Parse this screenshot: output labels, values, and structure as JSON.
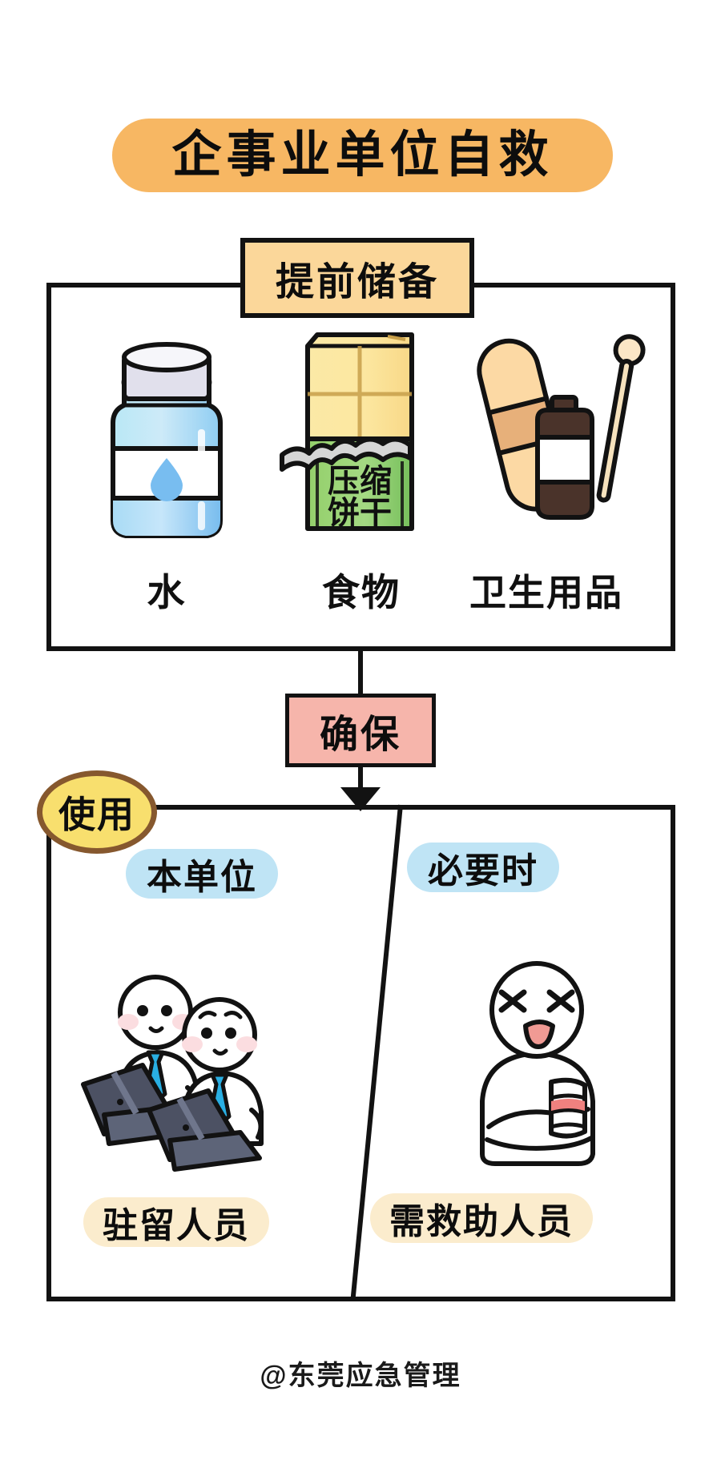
{
  "poster": {
    "title": "企事业单位自救",
    "footer": "@东莞应急管理",
    "colors": {
      "title_banner": "#f7b763",
      "section_label": "#fbd79a",
      "ensure_box": "#f6b5ab",
      "use_badge": "#f8df6e",
      "use_badge_border": "#86582e",
      "blue_pill": "#bfe4f5",
      "cream_pill": "#fbeccd",
      "outline": "#121212"
    }
  },
  "section_store": {
    "label": "提前储备",
    "items": [
      {
        "caption": "水",
        "icon": "water-bottle-icon",
        "package_text": ""
      },
      {
        "caption": "食物",
        "icon": "compressed-biscuit-icon",
        "package_text": "压缩饼干",
        "package_line1": "压缩",
        "package_line2": "饼干"
      },
      {
        "caption": "卫生用品",
        "icon": "hygiene-supplies-icon",
        "package_text": ""
      }
    ]
  },
  "connector": {
    "ensure_label": "确保",
    "arrow": "arrow-down-icon"
  },
  "section_use": {
    "badge": "使用",
    "columns": [
      {
        "top_label": "本单位",
        "bottom_label": "驻留人员",
        "scene": "two-office-workers-with-laptops-icon"
      },
      {
        "top_label": "必要时",
        "bottom_label": "需救助人员",
        "scene": "injured-person-bandaged-arm-icon"
      }
    ]
  }
}
